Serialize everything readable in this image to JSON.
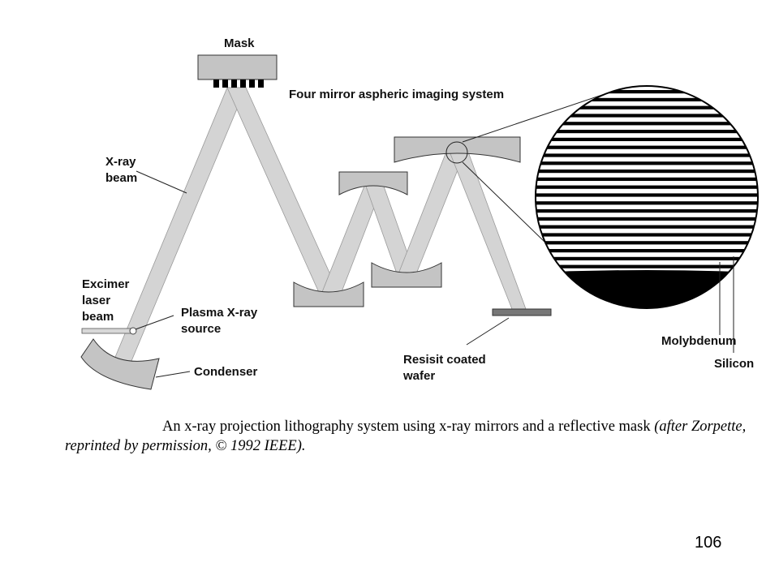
{
  "labels": {
    "mask": "Mask",
    "imaging_system": "Four mirror aspheric imaging system",
    "xray_beam_1": "X-ray",
    "xray_beam_2": "beam",
    "excimer_1": "Excimer",
    "excimer_2": "laser",
    "excimer_3": "beam",
    "plasma_1": "Plasma X-ray",
    "plasma_2": "source",
    "condenser": "Condenser",
    "wafer_1": "Resisit coated",
    "wafer_2": "wafer",
    "molybdenum": "Molybdenum",
    "silicon": "Silicon"
  },
  "caption": {
    "line1_main": "An x-ray projection lithography system using x-ray mirrors and a reflective mask",
    "line1_italic": "(after Zorpette,",
    "line2_italic": "reprinted by permission, © 1992 IEEE)."
  },
  "page_number": "106",
  "colors": {
    "beam": "#d4d4d4",
    "mirror": "#c4c4c4",
    "outline": "#333333",
    "stripe": "#000000"
  }
}
